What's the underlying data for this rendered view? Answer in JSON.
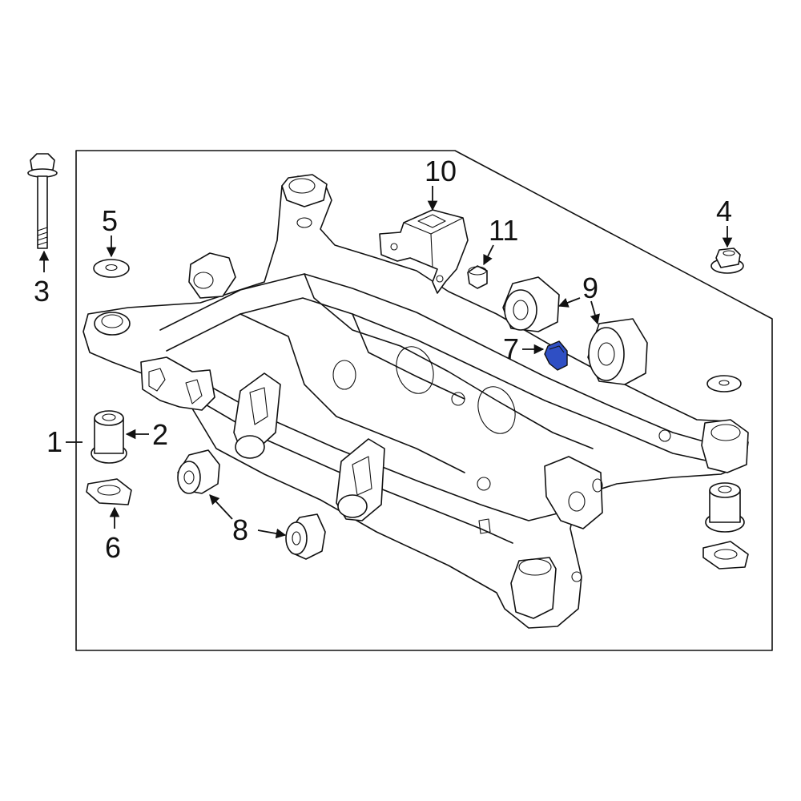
{
  "colors": {
    "line": "#111111",
    "background": "#ffffff",
    "highlight_part": "#2f4fc4"
  },
  "callouts": {
    "c1": "1",
    "c2": "2",
    "c3": "3",
    "c4": "4",
    "c5": "5",
    "c6": "6",
    "c7": "7",
    "c8": "8",
    "c9": "9",
    "c10": "10",
    "c11": "11"
  },
  "highlighted_callout": "7"
}
